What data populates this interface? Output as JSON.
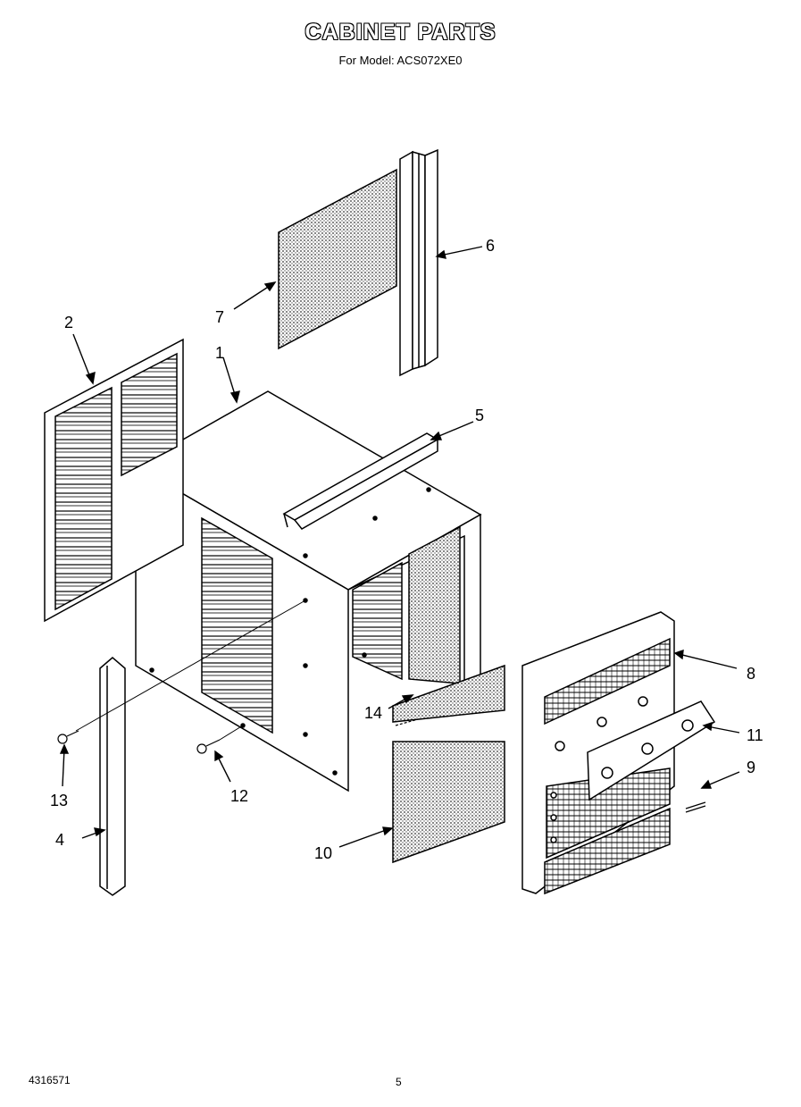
{
  "header": {
    "title": "CABINET PARTS",
    "subtitle": "For Model: ACS072XE0"
  },
  "callouts": [
    "1",
    "2",
    "4",
    "5",
    "6",
    "7",
    "8",
    "9",
    "10",
    "11",
    "12",
    "13",
    "14"
  ],
  "footer": {
    "doc_number": "4316571",
    "page_number": "5"
  }
}
